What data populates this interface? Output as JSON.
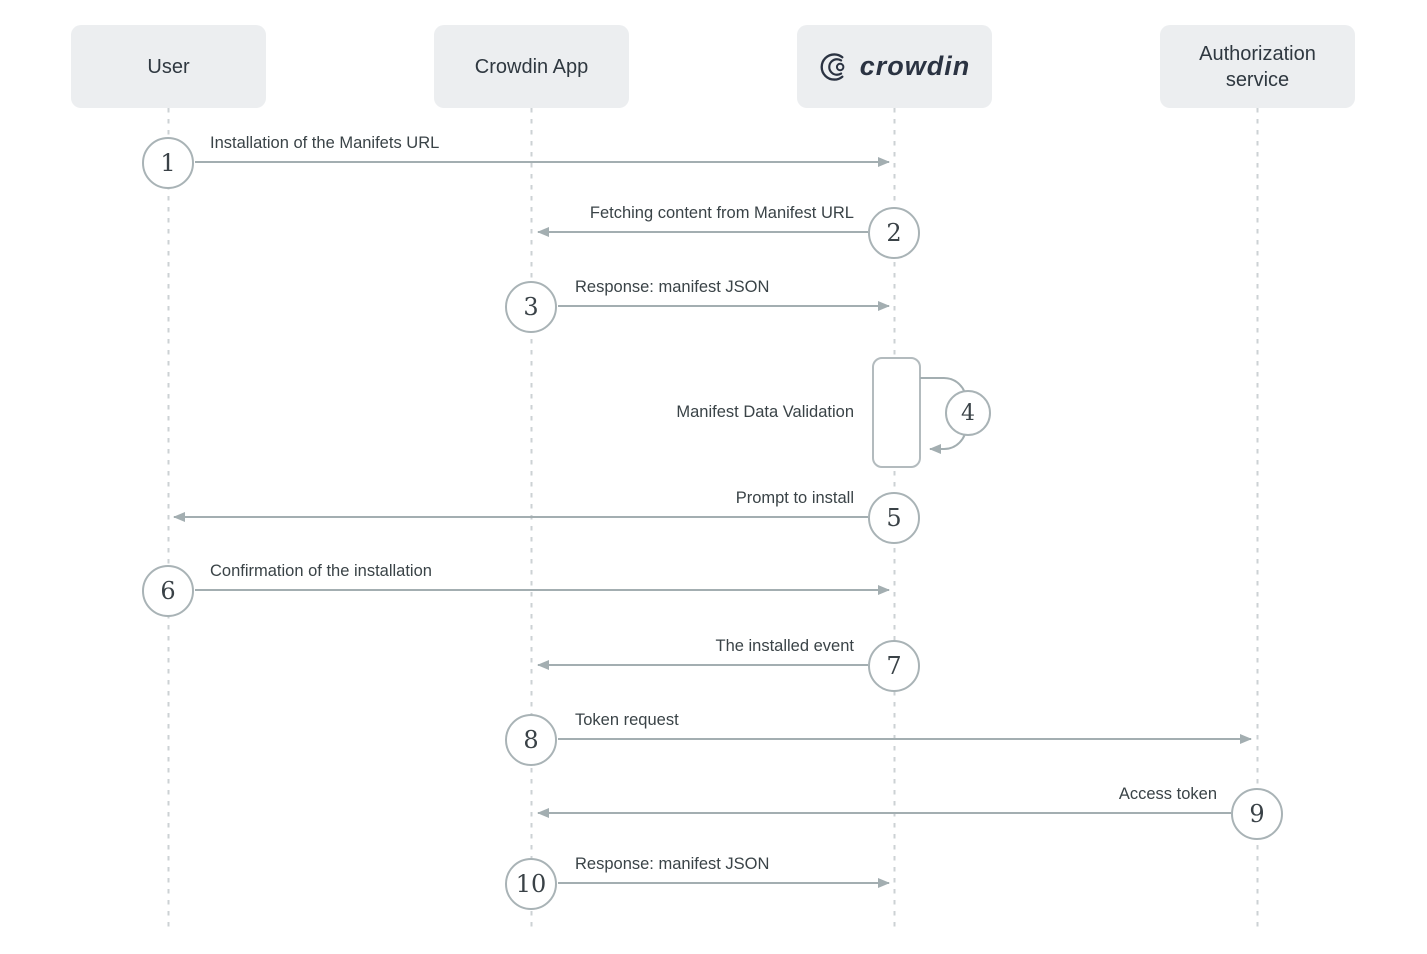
{
  "diagram": {
    "type": "sequence",
    "actors": [
      {
        "label": "User"
      },
      {
        "label": "Crowdin App"
      },
      {
        "label": "crowdin",
        "logo": true
      },
      {
        "label": "Authorization service"
      }
    ],
    "steps": [
      {
        "num": "1",
        "label": "Installation of the Manifets URL",
        "from": "User",
        "to": "crowdin"
      },
      {
        "num": "2",
        "label": "Fetching content from Manifest URL",
        "from": "crowdin",
        "to": "Crowdin App"
      },
      {
        "num": "3",
        "label": "Response: manifest JSON",
        "from": "Crowdin App",
        "to": "crowdin"
      },
      {
        "num": "4",
        "label": "Manifest Data Validation",
        "from": "crowdin",
        "to": "crowdin",
        "self_loop": true
      },
      {
        "num": "5",
        "label": "Prompt to install",
        "from": "crowdin",
        "to": "User"
      },
      {
        "num": "6",
        "label": "Confirmation of the installation",
        "from": "User",
        "to": "crowdin"
      },
      {
        "num": "7",
        "label": "The installed event",
        "from": "crowdin",
        "to": "Crowdin App"
      },
      {
        "num": "8",
        "label": "Token request",
        "from": "Crowdin App",
        "to": "Authorization service"
      },
      {
        "num": "9",
        "label": "Access token",
        "from": "Authorization service",
        "to": "Crowdin App"
      },
      {
        "num": "10",
        "label": "Response: manifest JSON",
        "from": "Crowdin App",
        "to": "crowdin"
      }
    ],
    "colors": {
      "background": "#ffffff",
      "actor_box_bg": "#eceef0",
      "actor_text": "#2f3840",
      "lifeline": "#ccd2d4",
      "arrow": "#a3aeb1",
      "circle_border": "#a9b3b6",
      "label_text": "#3a4347",
      "logo": "#2b3342"
    }
  }
}
